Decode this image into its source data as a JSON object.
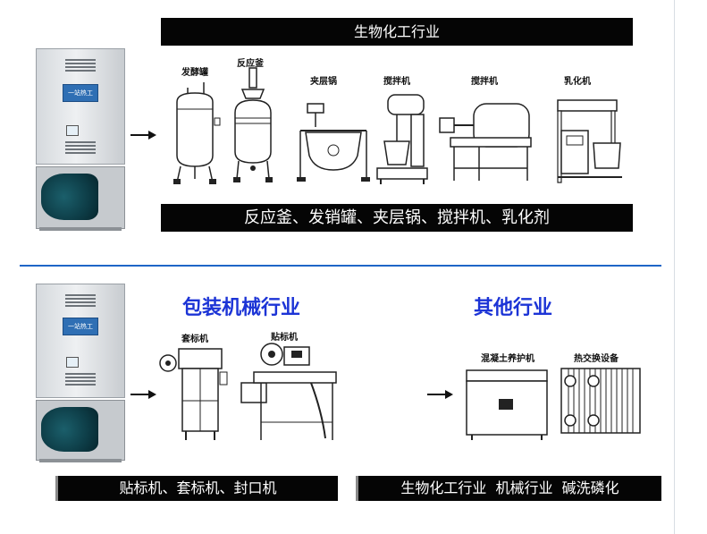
{
  "section1": {
    "banner_top": "生物化工行业",
    "labels": [
      "发酵罐",
      "反应釜",
      "夹层锅",
      "搅拌机",
      "搅拌机",
      "乳化机"
    ],
    "banner_bottom": "反应釜、发销罐、夹层锅、搅拌机、乳化剂"
  },
  "unit_badge": "一站热工",
  "section2": {
    "title": "包装机械行业",
    "labels": [
      "套标机",
      "贴标机"
    ],
    "banner": "贴标机、套标机、封口机"
  },
  "section3": {
    "title": "其他行业",
    "labels": [
      "混凝土养护机",
      "热交换设备"
    ],
    "banner": "生物化工行业  机械行业  碱洗磷化"
  }
}
